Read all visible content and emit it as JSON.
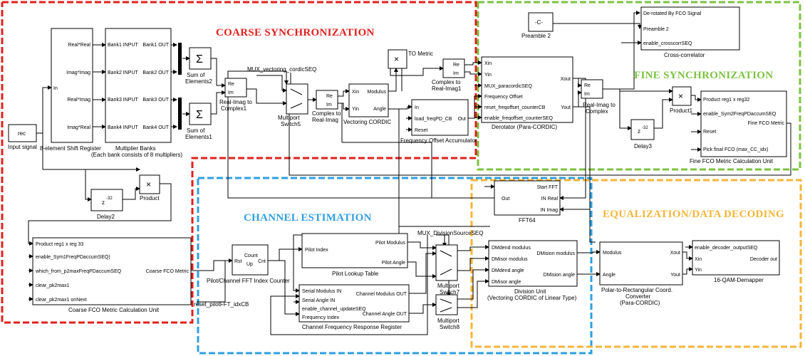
{
  "sections": {
    "coarse": {
      "title": "COARSE SYNCHRONIZATION",
      "color": "#e0201d"
    },
    "fine": {
      "title": "FINE SYNCHRONIZATION",
      "color": "#7cc242"
    },
    "channel": {
      "title": "CHANNEL ESTIMATION",
      "color": "#2f9fe0"
    },
    "equal": {
      "title": "EQUALIZATION/DATA DECODING",
      "color": "#f5b53a"
    }
  },
  "blocks": {
    "input_signal": {
      "text": "rec",
      "label": "Input signal"
    },
    "shift_reg": {
      "in": "In",
      "label": "8-element Shift Register",
      "ports": [
        "Real*Real",
        "Imag*Imag",
        "Real*Imag",
        "Imag*Real"
      ]
    },
    "mult_banks": {
      "in_ports": [
        "Bank1 INPUT",
        "Bank2 INPUT",
        "Bank3 INPUT",
        "Bank4 INPUT"
      ],
      "out_ports": [
        "Bank1 OUT",
        "Bank2 OUT",
        "Bank3 OUT",
        "Bank4 OUT"
      ],
      "label1": "Multiplier Banks",
      "label2": "(Each bank consists of 8 multipliers)"
    },
    "sum2": {
      "glyph": "Σ",
      "label1": "Sum of",
      "label2": "Elements2"
    },
    "sum1": {
      "glyph": "Σ",
      "label1": "Sum of",
      "label2": "Elements1"
    },
    "ri2c1": {
      "re": "Re",
      "im": "Im",
      "label1": "Real-Imag to",
      "label2": "Complex1"
    },
    "mux_vec": {
      "label": "MUX_vectoring_cordicSEQ"
    },
    "mp_switch5": {
      "label1": "Multiport",
      "label2": "Switch5"
    },
    "c2ri": {
      "re": "Re",
      "im": "Im",
      "label1": "Complex to",
      "label2": "Real-Imag"
    },
    "vec_cordic": {
      "ports_in": [
        "Xin",
        "Yin"
      ],
      "ports_out": [
        "Modulus",
        "Angle"
      ],
      "label": "Vectoring CORDIC"
    },
    "to_metric": {
      "glyph": "×",
      "label": "TO Metric"
    },
    "c2ri1": {
      "re": "Re",
      "im": "Im",
      "label1": "Complex to",
      "label2": "Real-Imag1"
    },
    "freq_acc": {
      "ports": [
        "In",
        "load_freqPD_CB",
        "Reset"
      ],
      "out": "Out",
      "label": "Frequency Offset Accumulator"
    },
    "preamble": {
      "text": "-C-",
      "label": "Preamble 2"
    },
    "xcorr": {
      "ports": [
        "De-rotated By FCO Signal",
        "Preamble 2",
        "enable_crosscorrSEQ"
      ],
      "label": "Cross-correlator"
    },
    "derotator": {
      "ports_in": [
        "Xin",
        "Yin",
        "MUX_paracordicSEQ",
        "Frequency Offset",
        "reset_freqoffset_counterCB",
        "enable_freqoffset_counterSEQ"
      ],
      "ports_out": [
        "Xout",
        "Yout"
      ],
      "label": "Derotator (Para-CORDIC)"
    },
    "ri2c": {
      "re": "Re",
      "im": "Im",
      "label1": "Real-Imag to",
      "label2": "Complex"
    },
    "product1": {
      "glyph": "×",
      "label": "Product1"
    },
    "delay3": {
      "text": "z",
      "sup": "-32",
      "label": "Delay3"
    },
    "fine_fco": {
      "ports_in": [
        "Product reg1 x reg32",
        "enable_Sym2FreqPDaccumSEQ",
        "Reset",
        "Pick final FCO (max_CC_idx)"
      ],
      "out": "Fine FCO Metric",
      "label": "Fine FCO Metric Calculation Unit"
    },
    "product": {
      "glyph": "×",
      "label": "Product"
    },
    "delay2": {
      "text": "z",
      "sup": "-32",
      "label": "Delay2"
    },
    "coarse_fco": {
      "ports_in": [
        "Product reg1 x reg 33",
        "enable_Sym1FreqPDaccumSEQ)",
        "which_from_p2maxFreqPDaccumSEQ",
        "clear_pk2max1",
        "clear_pk2max1 onNext"
      ],
      "out": "Coarse FCO Metric",
      "label": "Coarse FCO Metric Calculation Unit"
    },
    "counter": {
      "rst": "Rst",
      "cnt": "Cnt",
      "body1": "Count",
      "body2": "Up",
      "label": "Pilot/Channel FFT Index Counter",
      "reset_label": "reset_pilotFFT_idxCB"
    },
    "pilot_lut": {
      "in": "Pilot Index",
      "out": [
        "Pilot Modulus",
        "Pilot Angle"
      ],
      "label": "Pilot Lookup Table"
    },
    "fft64": {
      "ports_in": [
        "Start FFT",
        "IN Real",
        "IN Imag"
      ],
      "out": "Out",
      "label": "FFT64"
    },
    "mux_div": {
      "label": "MUX_DivisionSourceSEQ"
    },
    "mp_switch7": {
      "label1": "Multiport",
      "label2": "Switch7"
    },
    "mp_switch8": {
      "label1": "Multiport",
      "label2": "Switch8"
    },
    "cfr_reg": {
      "ports_in": [
        "Serial Modulus IN",
        "Serial Angle IN",
        "enable_channel_updateSEQ",
        "Frequency Index"
      ],
      "out": [
        "Channel Modulus OUT",
        "Channel Angle OUT"
      ],
      "label": "Channel Frequency Response Register"
    },
    "div_unit": {
      "ports_in": [
        "DMdend modulus",
        "DMisor modulus",
        "DMdend angle",
        "DMisor angle"
      ],
      "ports_out": [
        "DMision modulus",
        "DMision angle"
      ],
      "label1": "Division Unit",
      "label2": "(Vectoring CORDIC of Linear Type)"
    },
    "p2r": {
      "ports_in": [
        "Modulus",
        "Angle"
      ],
      "ports_out": [
        "Xout",
        "Yout"
      ],
      "label1": "Polar-to-Rectangular Coord.",
      "label2": "Converter",
      "label3": "(Para-CORDIC)"
    },
    "qam": {
      "ports_in": [
        "enable_decoder_outputSEQ",
        "Xin",
        "Yin"
      ],
      "out": "Decoder out",
      "label": "16-QAM-Demapper"
    }
  }
}
